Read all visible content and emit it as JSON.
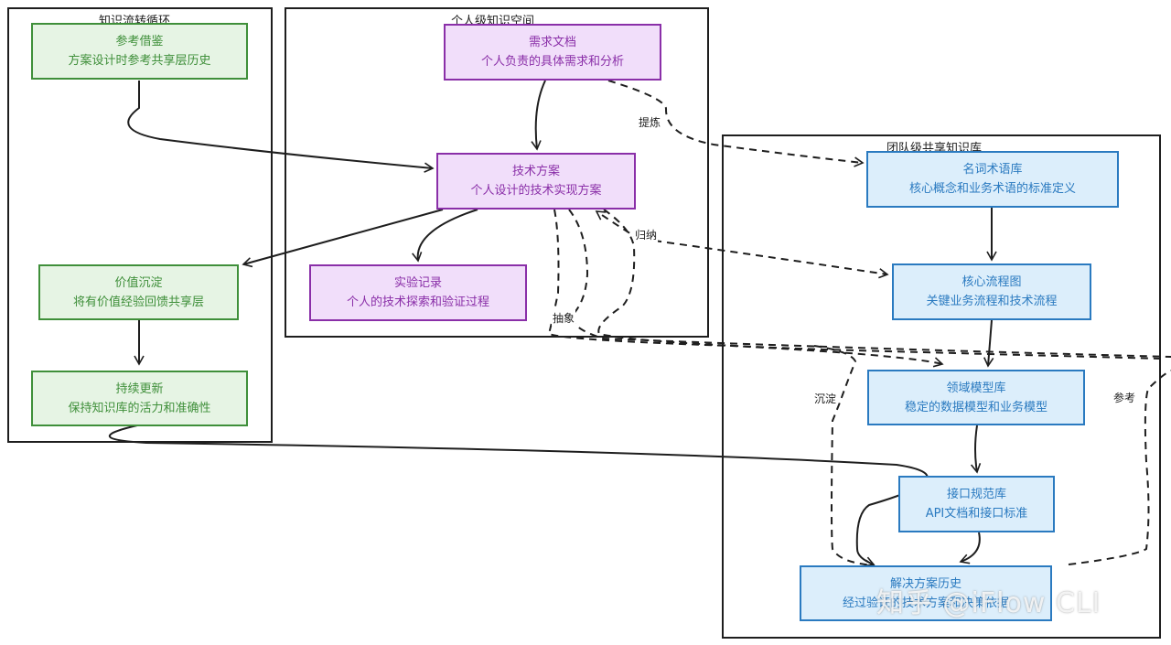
{
  "groups": {
    "cycle": {
      "title": "知识流转循环"
    },
    "personal": {
      "title": "个人级知识空间"
    },
    "team": {
      "title": "团队级共享知识库"
    }
  },
  "nodes": {
    "reference": {
      "title": "参考借鉴",
      "desc": "方案设计时参考共享层历史"
    },
    "deposit": {
      "title": "价值沉淀",
      "desc": "将有价值经验回馈共享层"
    },
    "update": {
      "title": "持续更新",
      "desc": "保持知识库的活力和准确性"
    },
    "requirements": {
      "title": "需求文档",
      "desc": "个人负责的具体需求和分析"
    },
    "tech_plan": {
      "title": "技术方案",
      "desc": "个人设计的技术实现方案"
    },
    "experiment": {
      "title": "实验记录",
      "desc": "个人的技术探索和验证过程"
    },
    "glossary": {
      "title": "名词术语库",
      "desc": "核心概念和业务术语的标准定义"
    },
    "flowchart": {
      "title": "核心流程图",
      "desc": "关键业务流程和技术流程"
    },
    "domain_model": {
      "title": "领域模型库",
      "desc": "稳定的数据模型和业务模型"
    },
    "api_spec": {
      "title": "接口规范库",
      "desc": "API文档和接口标准"
    },
    "solution_history": {
      "title": "解决方案历史",
      "desc": "经过验证的技术方案和决策依据"
    }
  },
  "edge_labels": {
    "refine": "提炼",
    "induce": "归纳",
    "abstract": "抽象",
    "settle": "沉淀",
    "refer": "参考"
  },
  "colors": {
    "cycle_fill": "#e6f4e4",
    "cycle_stroke": "#3f8f3a",
    "personal_fill": "#f1defa",
    "personal_stroke": "#8a2fa8",
    "team_fill": "#dceefb",
    "team_stroke": "#2a7ac0"
  },
  "watermark": "知乎 @iFlow CLI"
}
